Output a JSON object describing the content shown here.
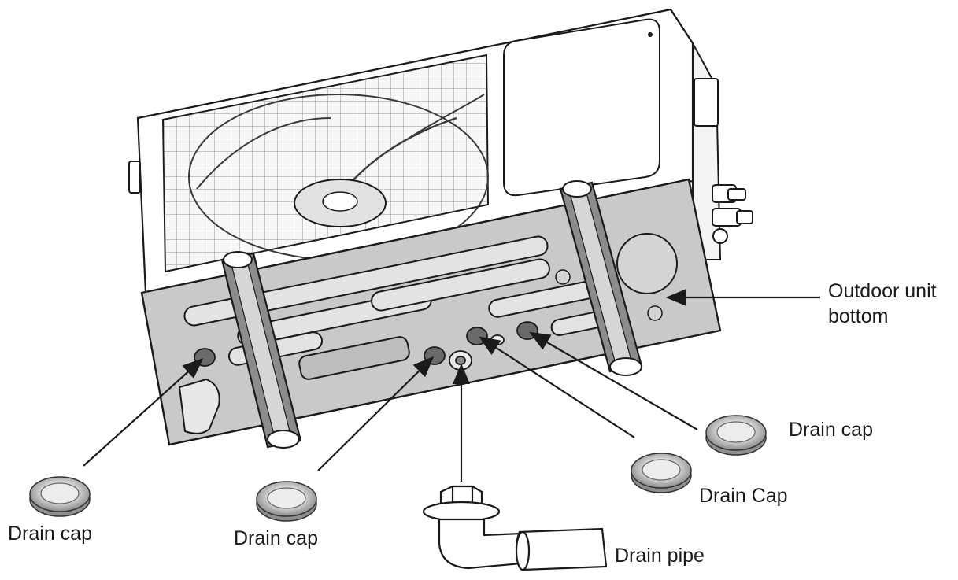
{
  "labels": {
    "outdoor_unit_line1": "Outdoor unit",
    "outdoor_unit_line2": "bottom",
    "drain_cap_right": "Drain cap",
    "drain_cap_middle": "Drain Cap",
    "drain_cap_left": "Drain cap",
    "drain_cap_center": "Drain cap",
    "drain_pipe": "Drain pipe"
  },
  "colors": {
    "line": "#1a1a1a",
    "casing": "#ffffff",
    "base_plate": "#c9c9c9",
    "base_plate_dark": "#a9a9a9",
    "drain_hole": "#6a6a6a",
    "cap_light": "#d8d8d8",
    "cap_dark": "#8f8f8f"
  },
  "icons": [
    "fan-guard-icon",
    "drain-cap-icon",
    "drain-elbow-icon"
  ]
}
